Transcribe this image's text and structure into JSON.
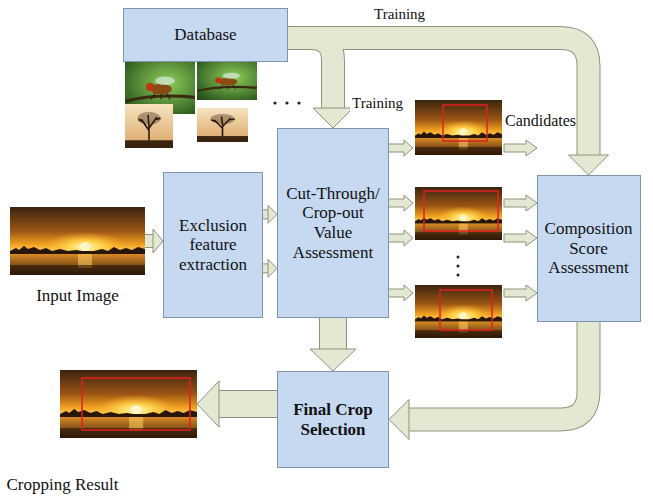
{
  "diagram": {
    "nodes": [
      {
        "text": [
          "Database"
        ]
      },
      {
        "text": [
          "Input Image"
        ]
      },
      {
        "text": [
          "Exclusion feature extraction"
        ]
      },
      {
        "text": [
          "Cut-Through/ Crop-out Value Assessment"
        ]
      },
      {
        "text": [
          "Composition Score Assessment"
        ]
      },
      {
        "text": [
          "Final Crop Selection"
        ]
      },
      {
        "text": [
          "Cropping Result"
        ]
      }
    ],
    "edges": [
      {
        "from": 1,
        "to": 2,
        "arrow": "to"
      },
      {
        "from": 2,
        "to": 3,
        "arrow": "to"
      },
      {
        "from": 2,
        "to": 3,
        "arrow": "to"
      },
      {
        "from": 0,
        "to": 3,
        "label": "Training",
        "arrow": "to"
      },
      {
        "from": 0,
        "to": 4,
        "label": "Training",
        "arrow": "to"
      },
      {
        "from": 3,
        "to": 5,
        "arrow": "to"
      },
      {
        "from": 4,
        "to": 5,
        "arrow": "to"
      },
      {
        "from": 5,
        "to": 6,
        "arrow": "to"
      }
    ],
    "labels": [
      "Candidates"
    ]
  }
}
